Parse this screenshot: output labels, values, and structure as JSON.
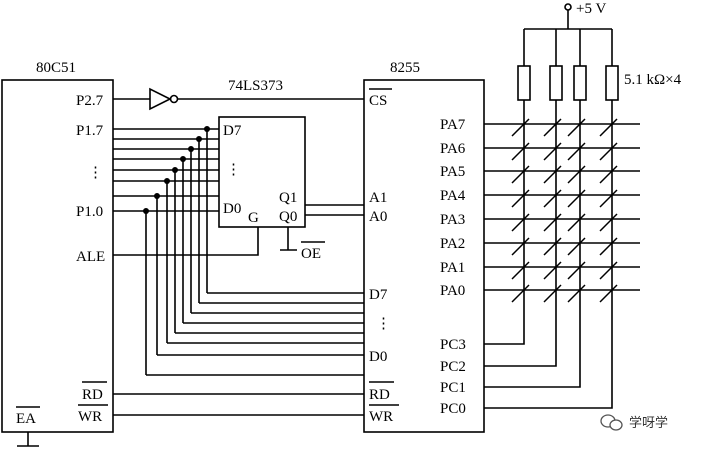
{
  "chips": {
    "mcu": "80C51",
    "latch": "74LS373",
    "ppi": "8255"
  },
  "mcu_pins": {
    "p27": "P2.7",
    "p17": "P1.7",
    "dots": "⋮",
    "p10": "P1.0",
    "ale": "ALE",
    "rd": "RD",
    "wr": "WR",
    "ea": "EA"
  },
  "latch_pins": {
    "d7": "D7",
    "dots": "⋮",
    "d0": "D0",
    "g": "G",
    "q1": "Q1",
    "q0": "Q0",
    "oe": "OE"
  },
  "ppi_pins": {
    "cs": "CS",
    "a1": "A1",
    "a0": "A0",
    "d7": "D7",
    "dots": "⋮",
    "d0": "D0",
    "rd": "RD",
    "wr": "WR",
    "pa": [
      "PA7",
      "PA6",
      "PA5",
      "PA4",
      "PA3",
      "PA2",
      "PA1",
      "PA0"
    ],
    "pc": [
      "PC3",
      "PC2",
      "PC1",
      "PC0"
    ]
  },
  "supply": "+5 V",
  "resistors": "5.1 kΩ×4",
  "watermark": "学呀学"
}
